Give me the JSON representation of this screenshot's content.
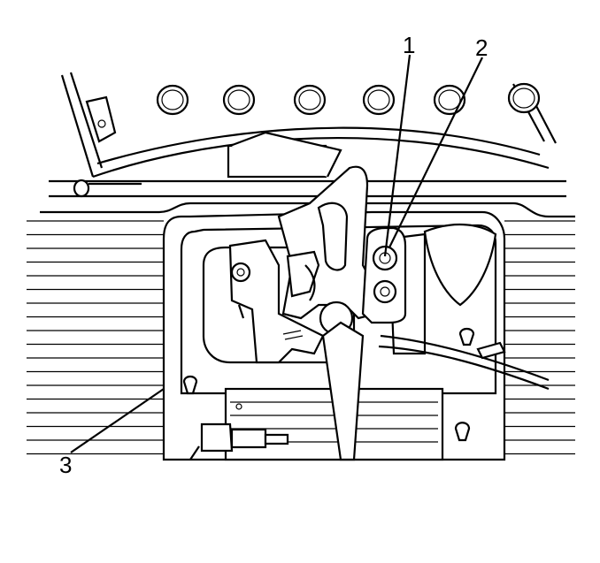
{
  "callouts": [
    {
      "id": "callout-1",
      "label": "1"
    },
    {
      "id": "callout-2",
      "label": "2"
    },
    {
      "id": "callout-3",
      "label": "3"
    }
  ]
}
